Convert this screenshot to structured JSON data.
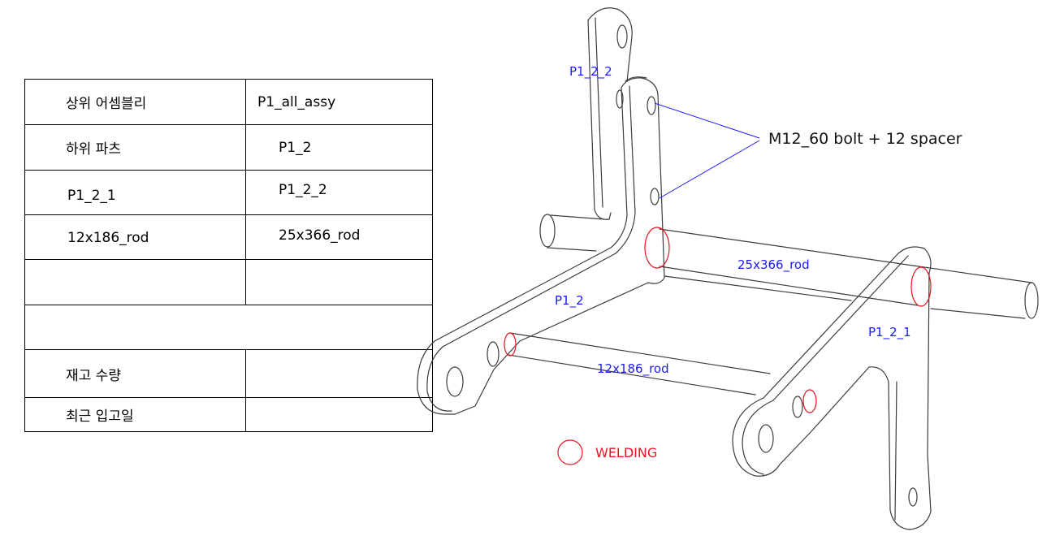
{
  "table": {
    "upper_assembly_label": "상위 어셈블리",
    "upper_assembly_value": "P1_all_assy",
    "sub_part_label": "하위 파츠",
    "sub_part_value": "P1_2",
    "sub_part_1": "P1_2_1",
    "sub_part_2": "P1_2_2",
    "rod_1": "12x186_rod",
    "rod_2": "25x366_rod",
    "stock_qty_label": "재고 수량",
    "stock_qty_value": "",
    "last_receipt_label": "최근 입고일",
    "last_receipt_value": ""
  },
  "drawing": {
    "labels": {
      "p1_2_2": "P1_2_2",
      "p1_2": "P1_2",
      "rod_25": "25x366_rod",
      "rod_12": "12x186_rod",
      "p1_2_1": "P1_2_1"
    },
    "callout": "M12_60 bolt + 12 spacer",
    "legend_label": "WELDING",
    "colors": {
      "label": "#1a1aff",
      "weld": "#e8141e",
      "callout_line": "#1a1aff",
      "outline": "#3c3c3c"
    }
  }
}
